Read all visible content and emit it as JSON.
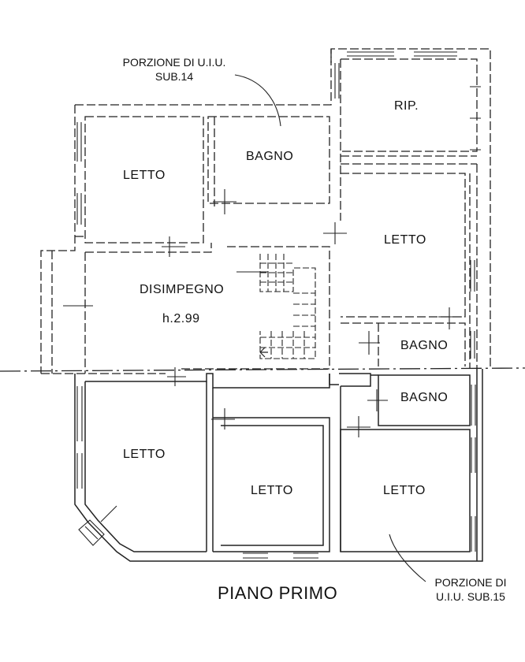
{
  "notes": {
    "sub14_line1": "PORZIONE DI U.I.U.",
    "sub14_line2": "SUB.14",
    "sub15_line1": "PORZIONE DI",
    "sub15_line2": "U.I.U. SUB.15"
  },
  "rooms": {
    "letto_nw": "LETTO",
    "bagno_n": "BAGNO",
    "rip": "RIP.",
    "letto_ne": "LETTO",
    "disimpegno": "DISIMPEGNO",
    "height": "h.2.99",
    "bagno_e1": "BAGNO",
    "bagno_e2": "BAGNO",
    "letto_sw": "LETTO",
    "letto_s": "LETTO",
    "letto_se": "LETTO"
  },
  "title": "PIANO PRIMO"
}
